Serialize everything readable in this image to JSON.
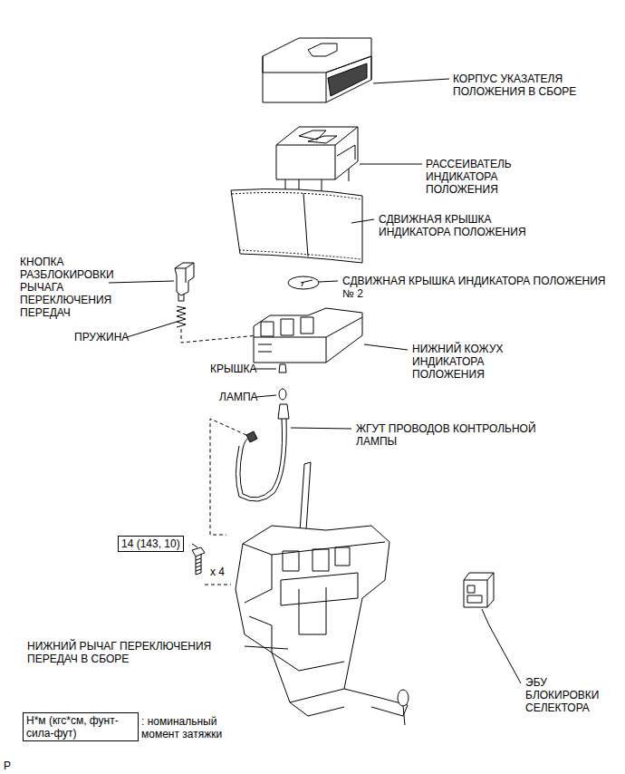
{
  "diagram": {
    "nodes": [
      {
        "text": [
          "14 (143, 10)"
        ]
      },
      {
        "text": [
          "Н*м (кгс*см, фунт-сила-фут)"
        ]
      }
    ],
    "labels": [
      "КОРПУС УКАЗАТЕЛЯ ПОЛОЖЕНИЯ В СБОРЕ",
      "РАССЕИВАТЕЛЬ ИНДИКАТОРА ПОЛОЖЕНИЯ",
      "СДВИЖНАЯ КРЫШКА ИНДИКАТОРА ПОЛОЖЕНИЯ",
      "СДВИЖНАЯ КРЫШКА ИНДИКАТОРА ПОЛОЖЕНИЯ № 2",
      "КНОПКА РАЗБЛОКИРОВКИ РЫЧАГА ПЕРЕКЛЮЧЕНИЯ ПЕРЕДАЧ",
      "ПРУЖИНА",
      "НИЖНИЙ КОЖУХ ИНДИКАТОРА ПОЛОЖЕНИЯ",
      "КРЫШКА",
      "ЛАМПА",
      "ЖГУТ ПРОВОДОВ КОНТРОЛЬНОЙ ЛАМПЫ",
      "x 4",
      "НИЖНИЙ РЫЧАГ ПЕРЕКЛЮЧЕНИЯ ПЕРЕДАЧ В СБОРЕ",
      "ЭБУ БЛОКИРОВКИ СЕЛЕКТОРА",
      ": номинальный момент затяжки",
      "P"
    ]
  }
}
